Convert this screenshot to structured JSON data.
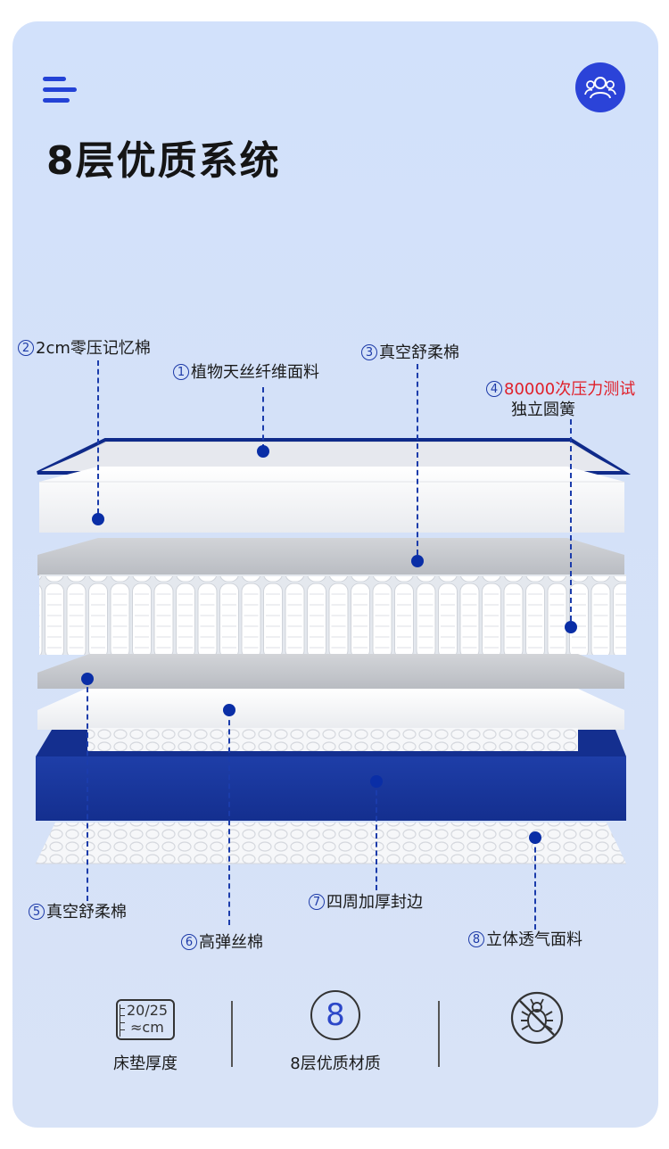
{
  "header": {
    "menu_icon": "hamburger-menu-icon",
    "user_icon": "users-group-icon",
    "title": "8层优质系统"
  },
  "layers": [
    {
      "num": "1",
      "label": "植物天丝纤维面料"
    },
    {
      "num": "2",
      "label": "2cm零压记忆棉"
    },
    {
      "num": "3",
      "label": "真空舒柔棉"
    },
    {
      "num": "4",
      "label": "80000次压力测试",
      "sublabel": "独立圆簧"
    },
    {
      "num": "5",
      "label": "真空舒柔棉"
    },
    {
      "num": "6",
      "label": "高弹丝棉"
    },
    {
      "num": "7",
      "label": "四周加厚封边"
    },
    {
      "num": "8",
      "label": "立体透气面料"
    }
  ],
  "features": [
    {
      "icon": "thickness-ruler-icon",
      "icon_text_top": "20/25",
      "icon_text_bottom": "≈cm",
      "label": "床垫厚度"
    },
    {
      "icon": "eight-circle-icon",
      "icon_text": "8",
      "label": "8层优质材质"
    },
    {
      "icon": "no-mites-icon",
      "label": ""
    }
  ],
  "colors": {
    "accent": "#2b43d8",
    "highlight": "#e0202a",
    "navy": "#1a3a9e"
  }
}
